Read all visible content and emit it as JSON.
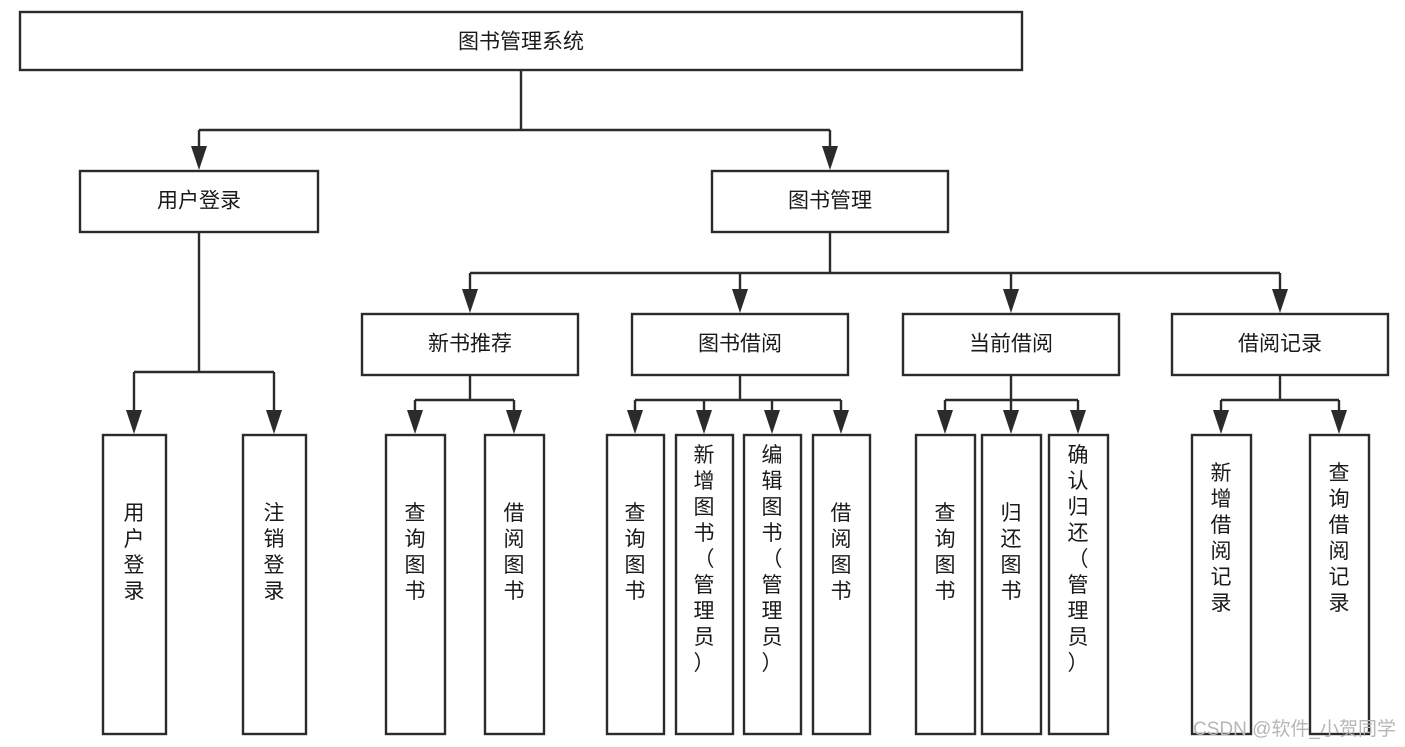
{
  "diagram": {
    "type": "tree-hierarchy-diagram",
    "orientation": "top-down",
    "root": {
      "label": "图书管理系统"
    },
    "level1": [
      {
        "label": "用户登录"
      },
      {
        "label": "图书管理"
      }
    ],
    "level2": [
      {
        "label": "新书推荐",
        "parent": "图书管理"
      },
      {
        "label": "图书借阅",
        "parent": "图书管理"
      },
      {
        "label": "当前借阅",
        "parent": "图书管理"
      },
      {
        "label": "借阅记录",
        "parent": "图书管理"
      }
    ],
    "leaves": {
      "用户登录": [
        "用户登录",
        "注销登录"
      ],
      "新书推荐": [
        "查询图书",
        "借阅图书"
      ],
      "图书借阅": [
        "查询图书",
        "新增图书（管理员）",
        "编辑图书（管理员）",
        "借阅图书"
      ],
      "当前借阅": [
        "查询图书",
        "归还图书",
        "确认归还（管理员）"
      ],
      "借阅记录": [
        "新增借阅记录",
        "查询借阅记录"
      ]
    }
  },
  "watermark": {
    "text": "CSDN @软件_小贺同学"
  },
  "colors": {
    "stroke": "#2b2b2b",
    "fill": "#ffffff",
    "text": "#1a1a1a",
    "watermark": "#b6b6b6",
    "background": "#ffffff"
  }
}
